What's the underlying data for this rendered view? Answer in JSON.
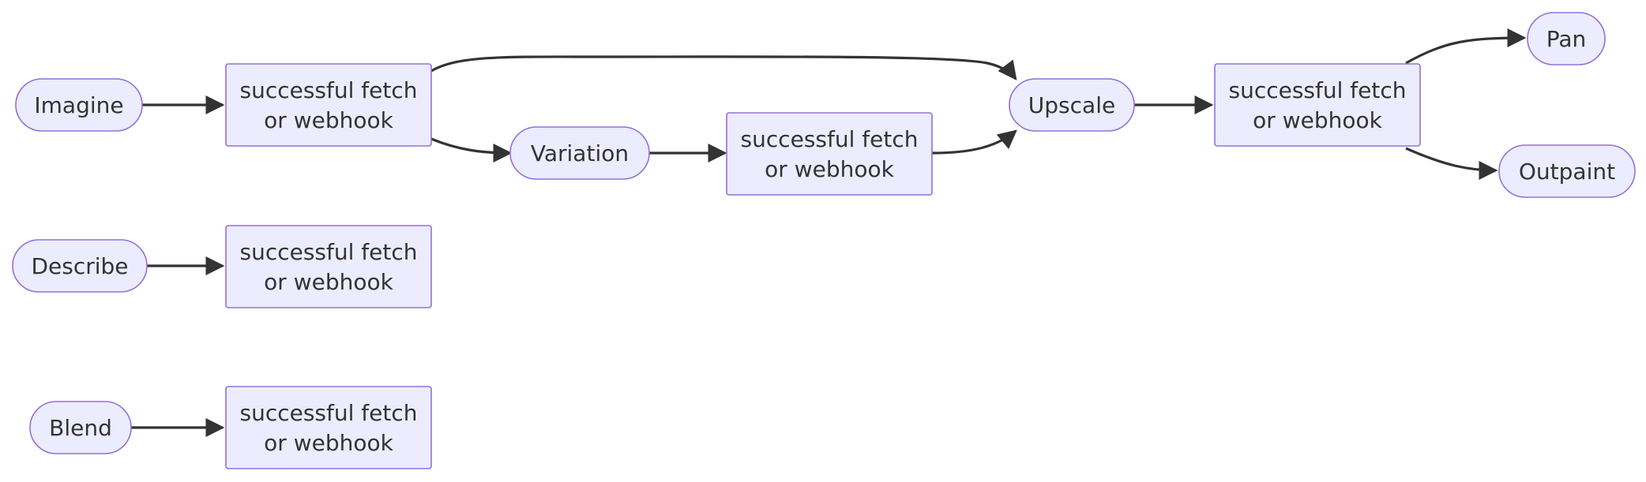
{
  "flowchart": {
    "nodes": {
      "imagine": {
        "label": "Imagine",
        "shape": "stadium"
      },
      "fetch_imagine": {
        "label_line1": "successful fetch",
        "label_line2": "or webhook",
        "shape": "rect"
      },
      "variation": {
        "label": "Variation",
        "shape": "stadium"
      },
      "fetch_variation": {
        "label_line1": "successful fetch",
        "label_line2": "or webhook",
        "shape": "rect"
      },
      "upscale": {
        "label": "Upscale",
        "shape": "stadium"
      },
      "fetch_upscale": {
        "label_line1": "successful fetch",
        "label_line2": "or webhook",
        "shape": "rect"
      },
      "pan": {
        "label": "Pan",
        "shape": "stadium"
      },
      "outpaint": {
        "label": "Outpaint",
        "shape": "stadium"
      },
      "describe": {
        "label": "Describe",
        "shape": "stadium"
      },
      "fetch_describe": {
        "label_line1": "successful fetch",
        "label_line2": "or webhook",
        "shape": "rect"
      },
      "blend": {
        "label": "Blend",
        "shape": "stadium"
      },
      "fetch_blend": {
        "label_line1": "successful fetch",
        "label_line2": "or webhook",
        "shape": "rect"
      }
    },
    "edges": [
      {
        "from": "imagine",
        "to": "fetch_imagine"
      },
      {
        "from": "fetch_imagine",
        "to": "upscale"
      },
      {
        "from": "fetch_imagine",
        "to": "variation"
      },
      {
        "from": "variation",
        "to": "fetch_variation"
      },
      {
        "from": "fetch_variation",
        "to": "upscale"
      },
      {
        "from": "upscale",
        "to": "fetch_upscale"
      },
      {
        "from": "fetch_upscale",
        "to": "pan"
      },
      {
        "from": "fetch_upscale",
        "to": "outpaint"
      },
      {
        "from": "describe",
        "to": "fetch_describe"
      },
      {
        "from": "blend",
        "to": "fetch_blend"
      }
    ],
    "colors": {
      "node_fill": "#ececff",
      "node_stroke": "#9370db",
      "edge": "#333333",
      "text": "#333333"
    }
  }
}
